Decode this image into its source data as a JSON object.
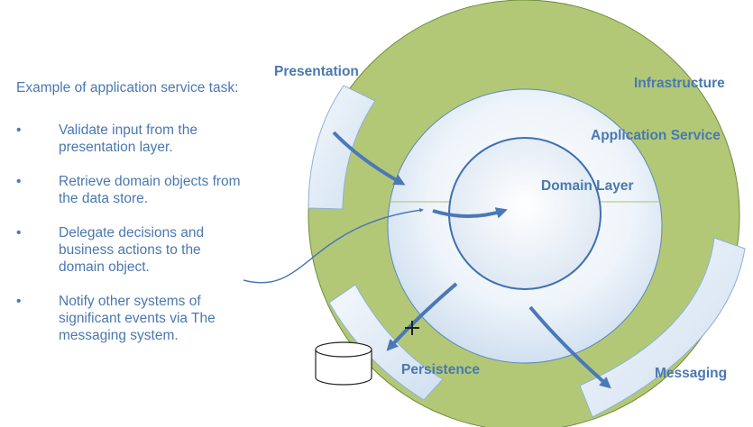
{
  "notes": {
    "intro": "Example of application service task:",
    "items": [
      "Validate input from the presentation layer.",
      "Retrieve domain objects from the data store.",
      "Delegate decisions and business actions to the domain object.",
      "Notify other systems of significant events via The messaging system."
    ]
  },
  "labels": {
    "presentation": "Presentation",
    "infrastructure": "Infrastructure",
    "application_service": "Application Service",
    "domain_layer": "Domain Layer",
    "persistence": "Persistence",
    "messaging": "Messaging"
  },
  "colors": {
    "outer_ring": "#b2c876",
    "arrow": "#4a78b8",
    "text": "#4a78b0",
    "band_fill": "#e4edf7",
    "band_stroke": "#8fb0d6"
  },
  "icons": {
    "bullet": "•",
    "database": "database-icon",
    "cursor": "crosshair-cursor-icon"
  }
}
